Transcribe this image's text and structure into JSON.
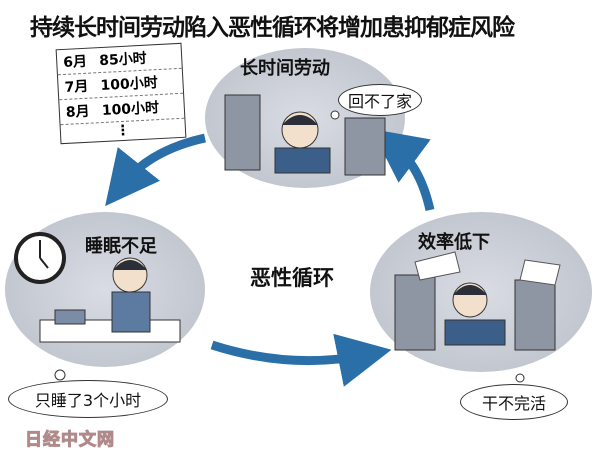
{
  "title": "持续长时间劳动陷入恶性循环将增加患抑郁症风险",
  "hours_table": [
    {
      "month": "6月",
      "hours": "85",
      "unit": "小时"
    },
    {
      "month": "7月",
      "hours": "100",
      "unit": "小时"
    },
    {
      "month": "8月",
      "hours": "100",
      "unit": "小时"
    }
  ],
  "hours_table_more": "⋮",
  "stages": {
    "top": {
      "label": "长时间劳动",
      "bubble": "回不了家"
    },
    "left": {
      "label": "睡眠不足",
      "bubble": "只睡了3个小时"
    },
    "right": {
      "label": "效率低下",
      "bubble": "干不完活"
    }
  },
  "center_label": "恶性循环",
  "watermark": "日经中文网",
  "colors": {
    "arrow": "#2a6fa8",
    "blob": "#c6cad3"
  }
}
